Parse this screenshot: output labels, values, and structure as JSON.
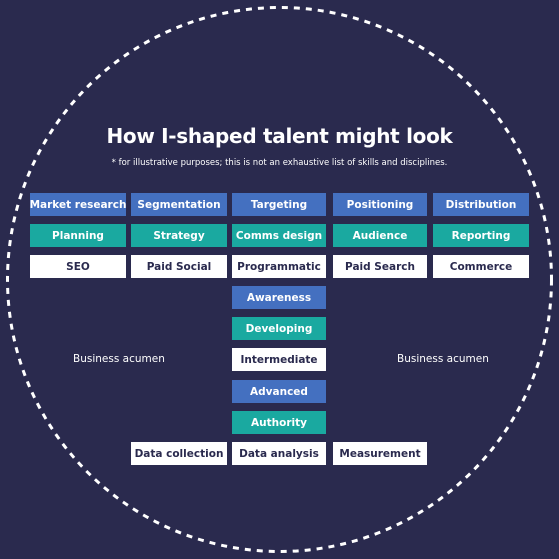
{
  "colors": {
    "background": "#2a2a4e",
    "blue": "#4470c0",
    "teal": "#1aa9a0",
    "white": "#ffffff"
  },
  "title": "How I-shaped talent might look",
  "subtitle": "* for illustrative purposes; this is not an exhaustive list of skills and disciplines.",
  "rows": {
    "row1": [
      "Market research",
      "Segmentation",
      "Targeting",
      "Positioning",
      "Distribution"
    ],
    "row2": [
      "Planning",
      "Strategy",
      "Comms design",
      "Audience",
      "Reporting"
    ],
    "row3": [
      "SEO",
      "Paid Social",
      "Programmatic",
      "Paid Search",
      "Commerce"
    ]
  },
  "stem": [
    "Awareness",
    "Developing",
    "Intermediate",
    "Advanced",
    "Authority"
  ],
  "bottom": [
    "Data collection",
    "Data analysis",
    "Measurement"
  ],
  "side_left": "Business acumen",
  "side_right": "Business acumen"
}
